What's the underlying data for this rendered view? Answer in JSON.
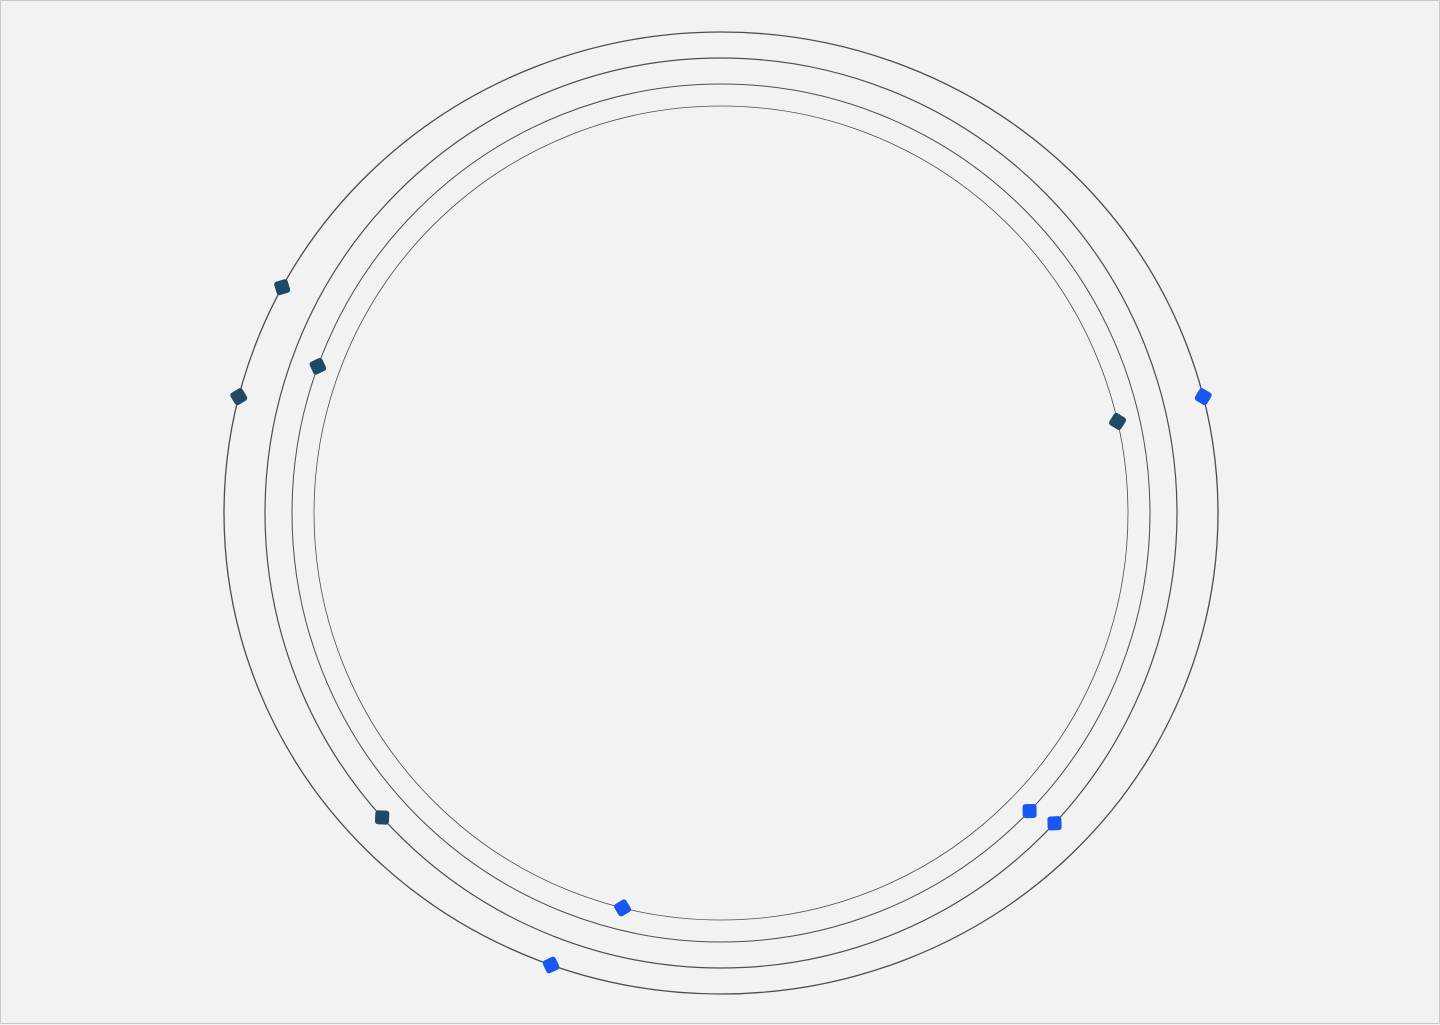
{
  "colors": {
    "background": "#f2f2f2",
    "ring_stroke": "#4d4d4d",
    "node_dark": "#1f4966",
    "node_blue": "#1a56f0"
  },
  "rings": [
    {
      "id": "ring-1",
      "nodes": [
        {
          "angle": 208,
          "color": "dark"
        },
        {
          "angle": 194,
          "color": "dark"
        },
        {
          "angle": 346,
          "color": "blue"
        },
        {
          "angle": 110,
          "color": "blue"
        }
      ]
    },
    {
      "id": "ring-2",
      "nodes": [
        {
          "angle": 138,
          "color": "dark"
        },
        {
          "angle": 43,
          "color": "blue"
        }
      ]
    },
    {
      "id": "ring-3",
      "nodes": [
        {
          "angle": 200,
          "color": "dark"
        },
        {
          "angle": 44,
          "color": "blue"
        }
      ]
    },
    {
      "id": "ring-4",
      "nodes": [
        {
          "angle": 347,
          "color": "dark"
        },
        {
          "angle": 104,
          "color": "blue"
        }
      ]
    }
  ]
}
